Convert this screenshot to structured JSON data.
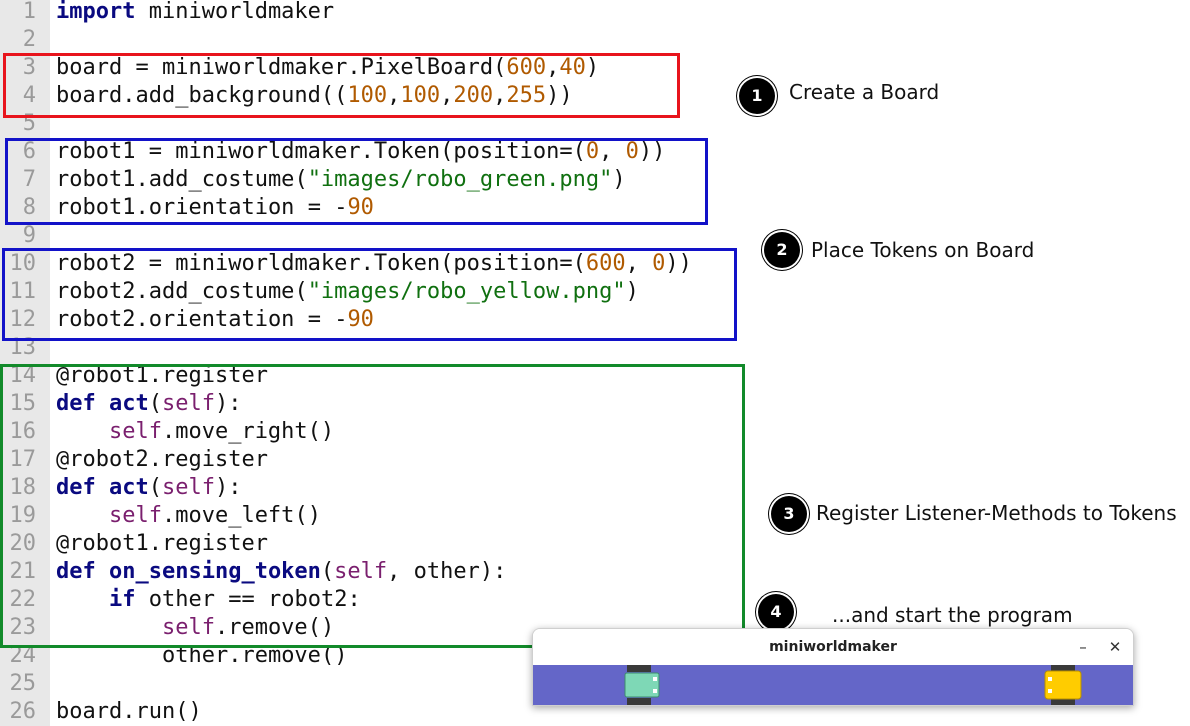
{
  "code_lines": [
    {
      "n": "1",
      "t": "import miniworldmaker"
    },
    {
      "n": "2",
      "t": ""
    },
    {
      "n": "3",
      "t": "board = miniworldmaker.PixelBoard(600,40)"
    },
    {
      "n": "4",
      "t": "board.add_background((100,100,200,255))"
    },
    {
      "n": "5",
      "t": ""
    },
    {
      "n": "6",
      "t": "robot1 = miniworldmaker.Token(position=(0, 0))"
    },
    {
      "n": "7",
      "t": "robot1.add_costume(\"images/robo_green.png\")"
    },
    {
      "n": "8",
      "t": "robot1.orientation = -90"
    },
    {
      "n": "9",
      "t": ""
    },
    {
      "n": "10",
      "t": "robot2 = miniworldmaker.Token(position=(600, 0))"
    },
    {
      "n": "11",
      "t": "robot2.add_costume(\"images/robo_yellow.png\")"
    },
    {
      "n": "12",
      "t": "robot2.orientation = -90"
    },
    {
      "n": "13",
      "t": ""
    },
    {
      "n": "14",
      "t": "@robot1.register"
    },
    {
      "n": "15",
      "t": "def act(self):"
    },
    {
      "n": "16",
      "t": "    self.move_right()"
    },
    {
      "n": "17",
      "t": "@robot2.register"
    },
    {
      "n": "18",
      "t": "def act(self):"
    },
    {
      "n": "19",
      "t": "    self.move_left()"
    },
    {
      "n": "20",
      "t": "@robot1.register"
    },
    {
      "n": "21",
      "t": "def on_sensing_token(self, other):"
    },
    {
      "n": "22",
      "t": "    if other == robot2:"
    },
    {
      "n": "23",
      "t": "        self.remove()"
    },
    {
      "n": "24",
      "t": "        other.remove()"
    },
    {
      "n": "25",
      "t": ""
    },
    {
      "n": "26",
      "t": "board.run()"
    }
  ],
  "steps": [
    {
      "num": "1",
      "label": "Create a Board"
    },
    {
      "num": "2",
      "label": "Place Tokens on Board"
    },
    {
      "num": "3",
      "label": "Register Listener-Methods to Tokens"
    },
    {
      "num": "4",
      "label": "...and start the program"
    }
  ],
  "window": {
    "title": "miniworldmaker",
    "minimize_glyph": "–",
    "close_glyph": "✕",
    "background_color": "#6466c8"
  },
  "colors": {
    "box_board": "#e8141c",
    "box_tokens": "#1212c8",
    "box_methods": "#128a2a",
    "keyword": "#0a0a80",
    "number": "#b05a00",
    "string": "#107010",
    "self": "#7a1f6e",
    "robot_green": "#7ed8b6",
    "robot_yellow": "#ffcc00"
  },
  "icons": {
    "robot1": "robo-green-icon",
    "robot2": "robo-yellow-icon"
  }
}
